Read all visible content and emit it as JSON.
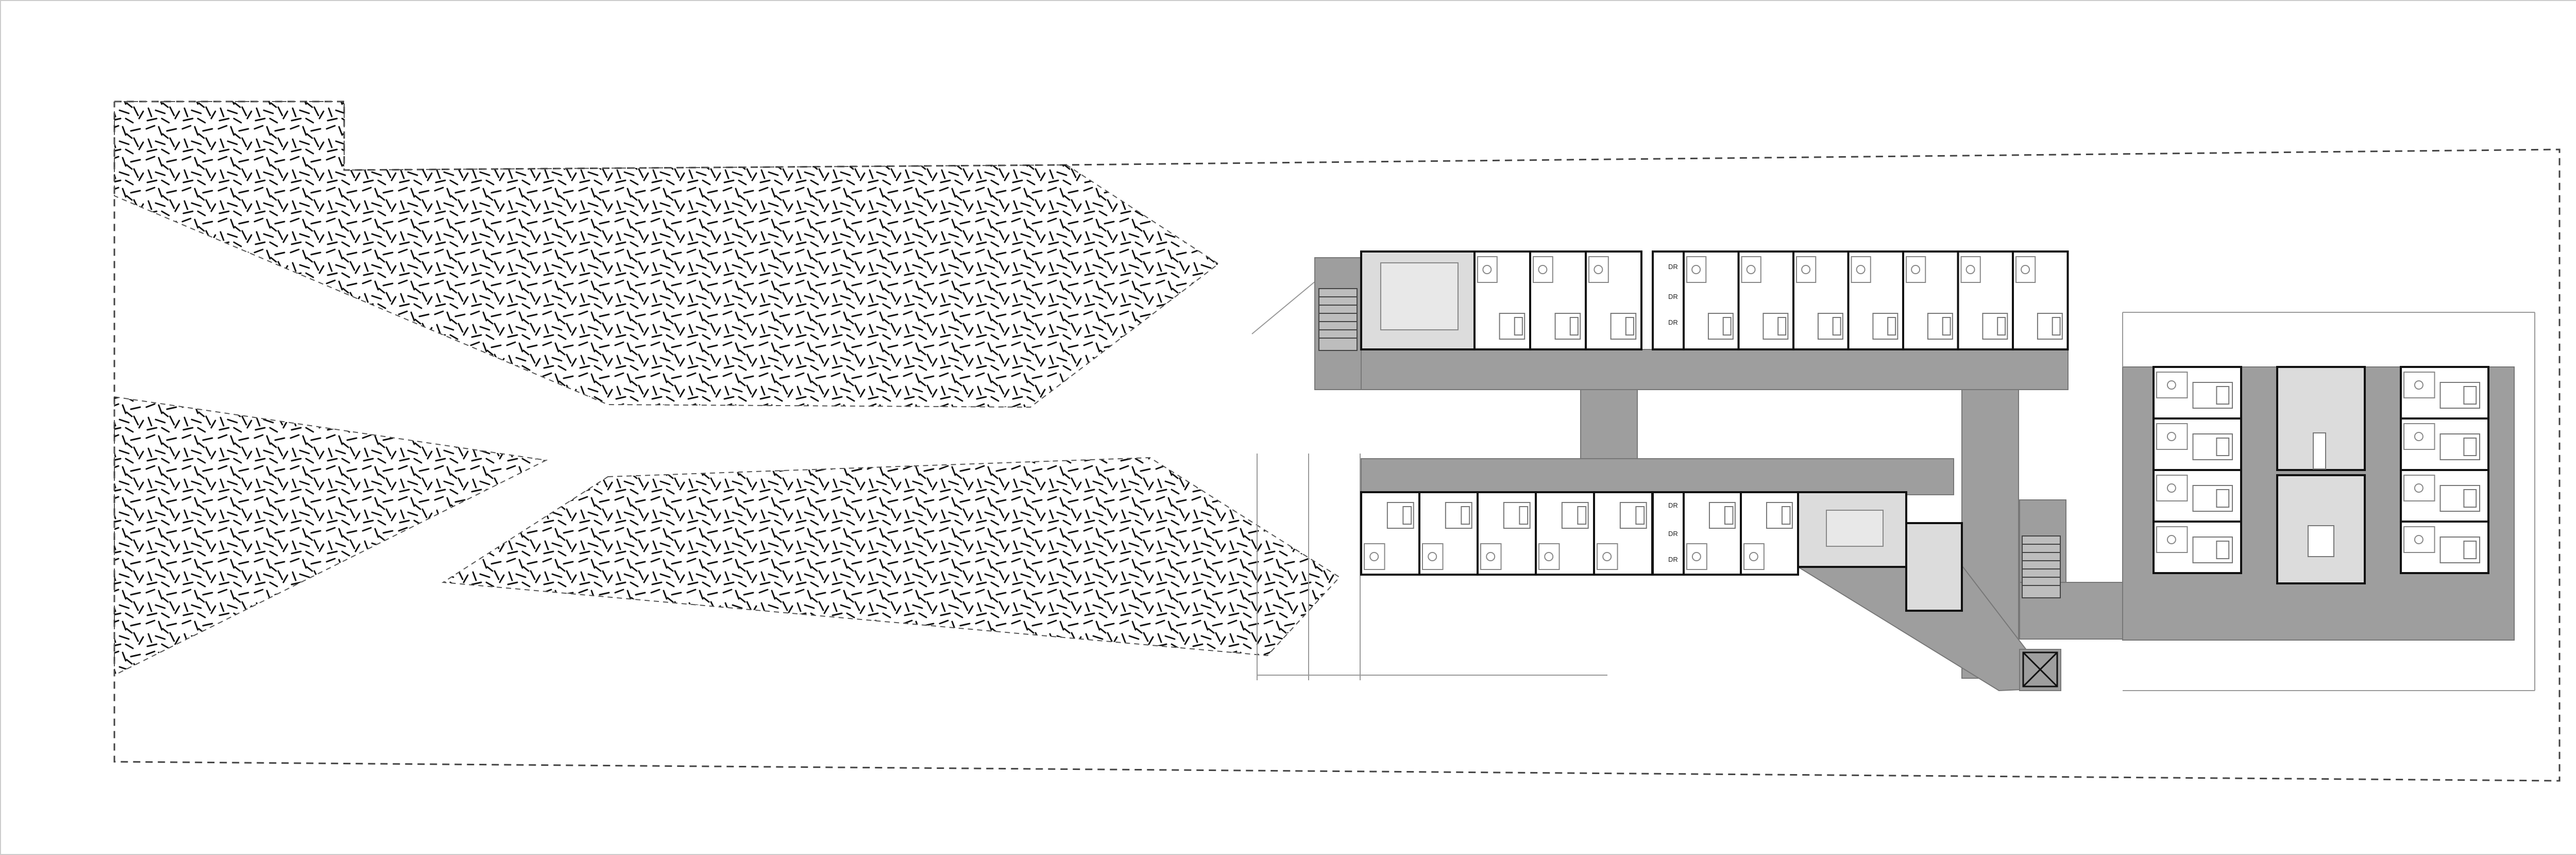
{
  "drawing": {
    "type": "architectural-floor-plan",
    "colors": {
      "background": "#ffffff",
      "corridor": "#9e9e9e",
      "room_fill": "#ffffff",
      "common_room_fill": "#dcdcdc",
      "wall": "#111111",
      "hatch": "#111111",
      "boundary": "#444444"
    },
    "room_labels": {
      "upper_bath_a": "DR",
      "upper_bath_b": "DR",
      "upper_bath_c": "DR",
      "lower_bath_a": "DR",
      "lower_bath_b": "DR",
      "lower_bath_c": "DR"
    },
    "hatched_areas": [
      "landscape-wedge-top",
      "landscape-wedge-left",
      "landscape-wedge-middle"
    ]
  }
}
